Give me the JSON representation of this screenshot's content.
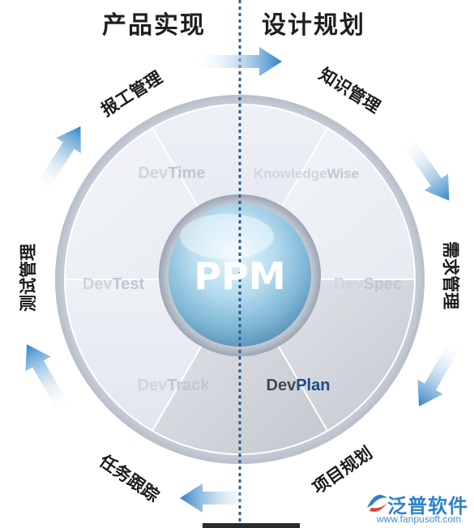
{
  "titles": {
    "left": "产品实现",
    "right": "设计规划"
  },
  "center": {
    "label": "PPM"
  },
  "segments": {
    "devtime": {
      "prefix": "Dev",
      "suffix": "Time"
    },
    "knowledgewise": {
      "prefix": "Knowledge",
      "suffix": "Wise"
    },
    "devspec": {
      "prefix": "Dev",
      "suffix": "Spec"
    },
    "devplan": {
      "prefix": "Dev",
      "suffix": "Plan"
    },
    "devtrack": {
      "prefix": "Dev",
      "suffix": "Track"
    },
    "devtest": {
      "prefix": "Dev",
      "suffix": "Test"
    }
  },
  "stages": {
    "knowledge_mgmt": "知识管理",
    "requirement_mgmt": "需求管理",
    "project_planning": "项目规划",
    "task_tracking": "任务跟踪",
    "test_mgmt": "测试管理",
    "work_report_mgmt": "报工管理"
  },
  "watermark": {
    "name": "泛普软件",
    "url": "www.fanpusoft.com"
  },
  "colors": {
    "arrow": "#2f82c6",
    "divider": "#2c5b93",
    "segment_text_light": "#c4cad4",
    "segment_text_active": "#1c4c86",
    "watermark": "#2e82c9"
  }
}
